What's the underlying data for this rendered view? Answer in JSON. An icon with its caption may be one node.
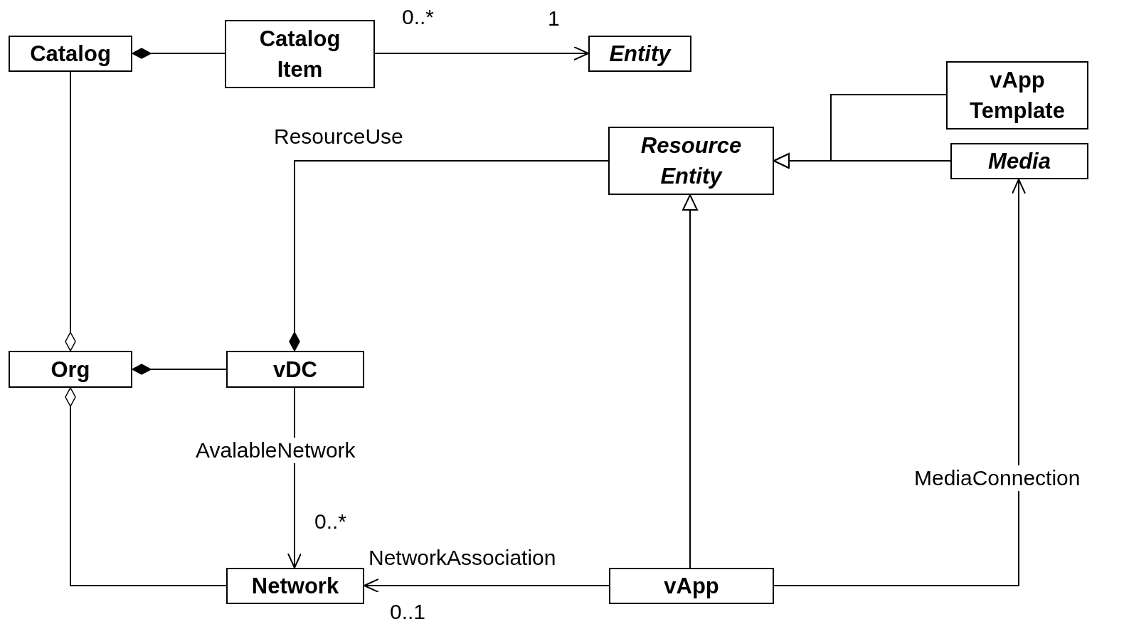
{
  "diagram": {
    "nodes": [
      {
        "text": [
          "Catalog"
        ]
      },
      {
        "text": [
          "Catalog Item"
        ]
      },
      {
        "text": [
          "Entity"
        ]
      },
      {
        "text": [
          "vApp Template"
        ]
      },
      {
        "text": [
          "Resource Entity"
        ]
      },
      {
        "text": [
          "Media"
        ]
      },
      {
        "text": [
          "Org"
        ]
      },
      {
        "text": [
          "vDC"
        ]
      },
      {
        "text": [
          "Network"
        ]
      },
      {
        "text": [
          "vApp"
        ]
      }
    ],
    "edges": [
      {
        "from": 1,
        "to": 0,
        "arrow": "other"
      },
      {
        "from": 1,
        "to": 2,
        "arrow": "to"
      },
      {
        "from": 0,
        "to": 6,
        "arrow": "other"
      },
      {
        "from": 4,
        "to": 7,
        "arrow": "other",
        "label": "ResourceUse"
      },
      {
        "from": 3,
        "to": 4,
        "arrow": "to"
      },
      {
        "from": 5,
        "to": 4,
        "arrow": "to"
      },
      {
        "from": 9,
        "to": 4,
        "arrow": "to"
      },
      {
        "from": 9,
        "to": 5,
        "arrow": "to",
        "label": "MediaConnection"
      },
      {
        "from": 7,
        "to": 6,
        "arrow": "other"
      },
      {
        "from": 8,
        "to": 6,
        "arrow": "other"
      },
      {
        "from": 7,
        "to": 8,
        "arrow": "to",
        "label": "AvalableNetwork"
      },
      {
        "from": 9,
        "to": 8,
        "arrow": "to",
        "label": "NetworkAssociation"
      }
    ],
    "labels": [
      "0..*",
      "1",
      "0..*",
      "0..1"
    ]
  }
}
